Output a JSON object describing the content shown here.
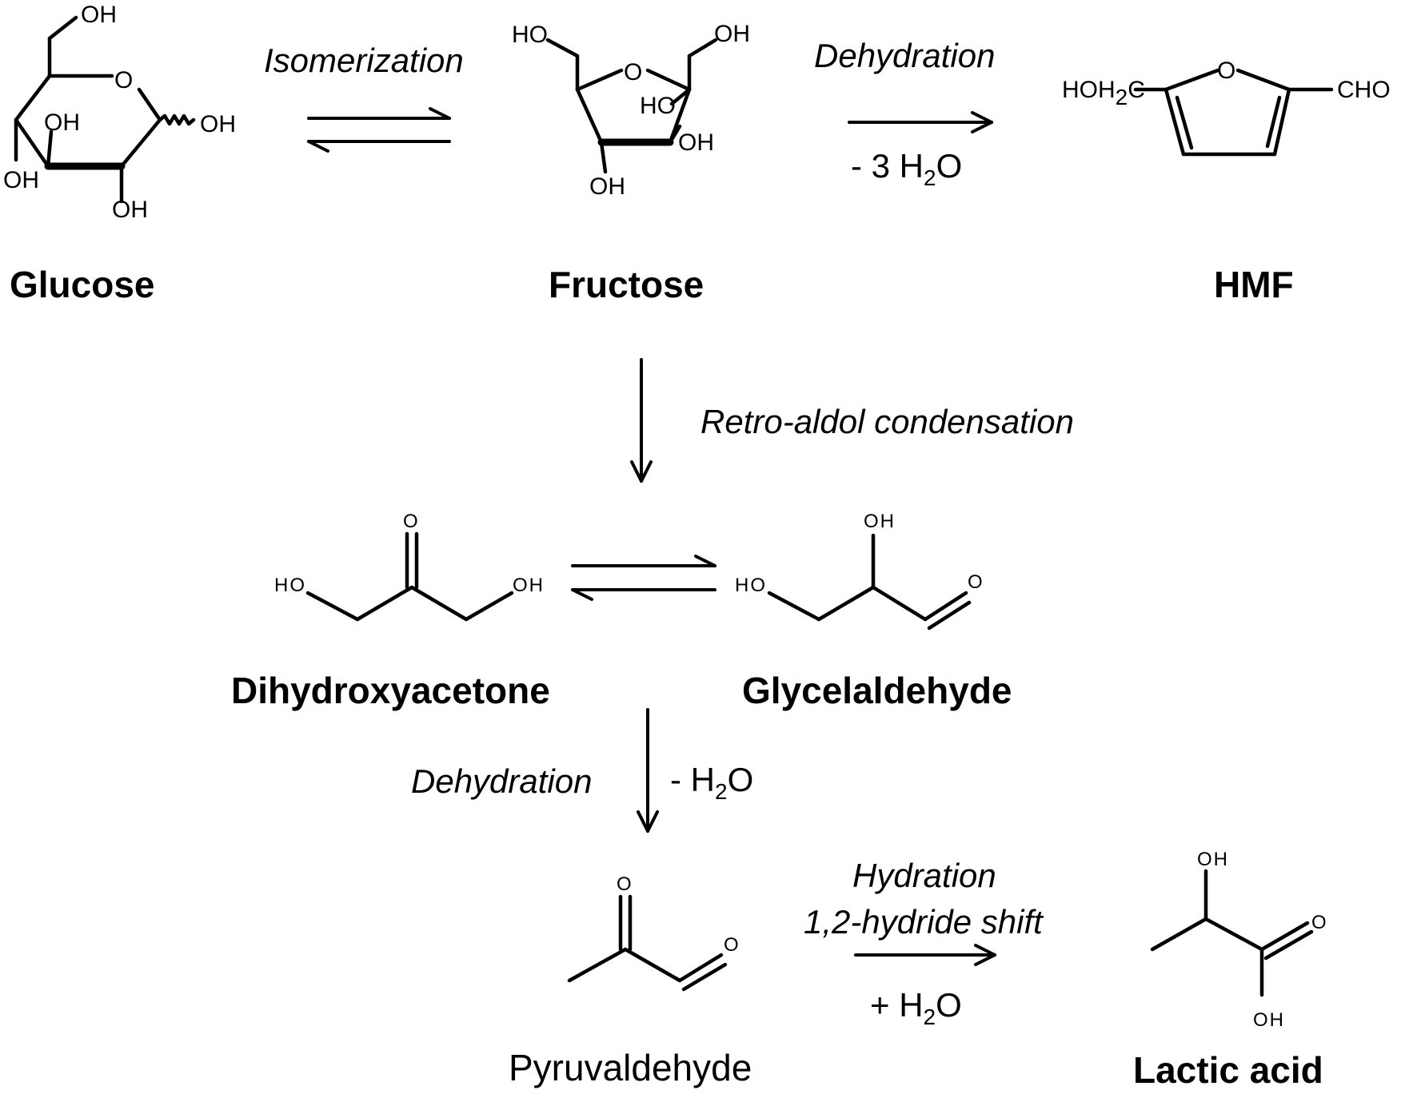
{
  "compounds": {
    "glucose": {
      "name": "Glucose",
      "oh_top": "OH",
      "ring_o": "O",
      "oh_anomeric": "OH",
      "oh_c3": "OH",
      "oh_c4": "OH",
      "oh_c2": "OH"
    },
    "fructose": {
      "name": "Fructose",
      "ho_left": "HO",
      "oh_right": "OH",
      "ring_o": "O",
      "ho_mid": "HO",
      "oh_c2": "OH",
      "oh_c3": "OH"
    },
    "hmf": {
      "name": "HMF",
      "left_group": "HOH",
      "left_sub": "2",
      "left_c": "C",
      "ring_o": "O",
      "right_group": "CHO"
    },
    "dihydroxyacetone": {
      "name": "Dihydroxyacetone",
      "o": "O",
      "ho": "HO",
      "oh": "OH"
    },
    "glyceraldehyde": {
      "name": "Glycelaldehyde",
      "oh": "OH",
      "ho": "HO",
      "o": "O"
    },
    "pyruvaldehyde": {
      "name": "Pyruvaldehyde",
      "o_ketone": "O",
      "o_aldehyde": "O"
    },
    "lactic_acid": {
      "name": "Lactic acid",
      "oh_top": "OH",
      "o": "O",
      "oh_bottom": "OH"
    }
  },
  "reactions": {
    "isomerization": {
      "label": "Isomerization"
    },
    "dehydration_hmf": {
      "label": "Dehydration",
      "byproduct_prefix": "- 3 H",
      "byproduct_sub": "2",
      "byproduct_suffix": "O"
    },
    "retro_aldol": {
      "label": "Retro-aldol condensation"
    },
    "dehydration_pyr": {
      "label": "Dehydration",
      "byproduct_prefix": "-  H",
      "byproduct_sub": "2",
      "byproduct_suffix": "O"
    },
    "hydration": {
      "label_line1": "Hydration",
      "label_line2": "1,2-hydride shift",
      "reagent_prefix": "+ H",
      "reagent_sub": "2",
      "reagent_suffix": "O"
    }
  }
}
